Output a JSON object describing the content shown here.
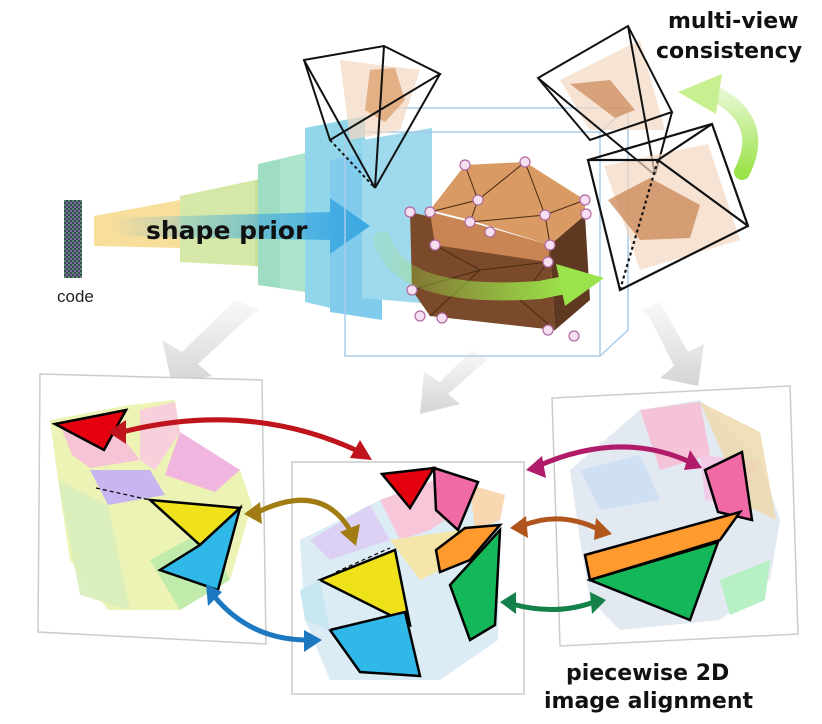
{
  "labels": {
    "code": "code",
    "shape_prior": "shape prior",
    "multi_view_line1": "multi-view",
    "multi_view_line2": "consistency",
    "alignment_line1": "piecewise 2D",
    "alignment_line2": "image alignment"
  },
  "colors": {
    "prior_gradient": [
      "#f6d98a",
      "#cfe59a",
      "#9fe0c4",
      "#7fd1e6",
      "#6cc4ea"
    ],
    "prior_arrow": "#3aa7e0",
    "green_arrow": "#9be34a",
    "gray_arrow": "#dcdcdc",
    "box_line": "#a9cbe9",
    "sofa_body": "#7a4a2a",
    "sofa_top": "#d99a63",
    "vertex_fill": "#f6dff0",
    "vertex_stroke": "#b06aa0",
    "face_red": "#e4000f",
    "face_yellow": "#f0e21a",
    "face_blue": "#2fb8e8",
    "face_orange": "#ff9a2e",
    "face_green": "#14b85a",
    "face_pink": "#f06aa6",
    "arrow_red": "#c0141c",
    "arrow_olive": "#a07c12",
    "arrow_blue": "#1c78c0",
    "arrow_magenta": "#b01c6a",
    "arrow_brown": "#b0561c",
    "arrow_green": "#14804a"
  },
  "icons": [
    "camera-frustum-icon",
    "encoder-code-icon"
  ]
}
